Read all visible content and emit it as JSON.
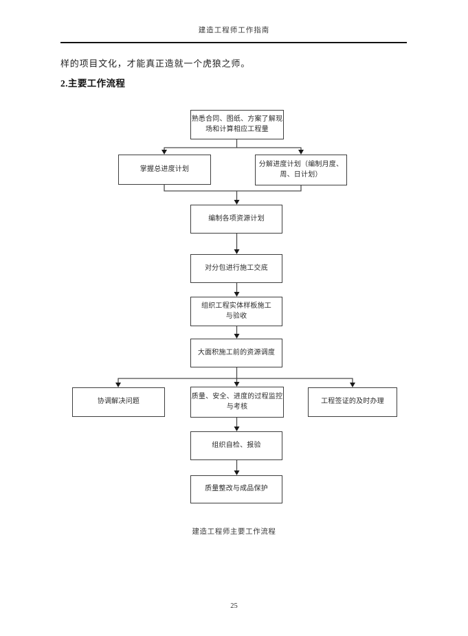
{
  "document": {
    "header_title": "建造工程师工作指南",
    "intro_text": "样的项目文化，才能真正造就一个虎狼之师。",
    "section_heading": "2.主要工作流程",
    "figure_caption": "建造工程师主要工作流程",
    "page_number": "25"
  },
  "flowchart": {
    "line_color": "#4a4a4a",
    "arrow_color": "#1a1a1a",
    "nodes": [
      {
        "label": "熟悉合同、图纸、方案了解现\n场和计算相应工程量"
      },
      {
        "label": "掌握总进度计划"
      },
      {
        "label": "分解进度计划（编制月度、\n周、日计划）"
      },
      {
        "label": "编制各项资源计划"
      },
      {
        "label": "对分包进行施工交底"
      },
      {
        "label": "组织工程实体样板施工\n与验收"
      },
      {
        "label": "大面积施工前的资源调度"
      },
      {
        "label": "协调解决问题"
      },
      {
        "label": "质量、安全、进度的过程监控\n与考核"
      },
      {
        "label": "工程签证的及时办理"
      },
      {
        "label": "组织自检、报验"
      },
      {
        "label": "质量整改与成品保护"
      }
    ]
  }
}
